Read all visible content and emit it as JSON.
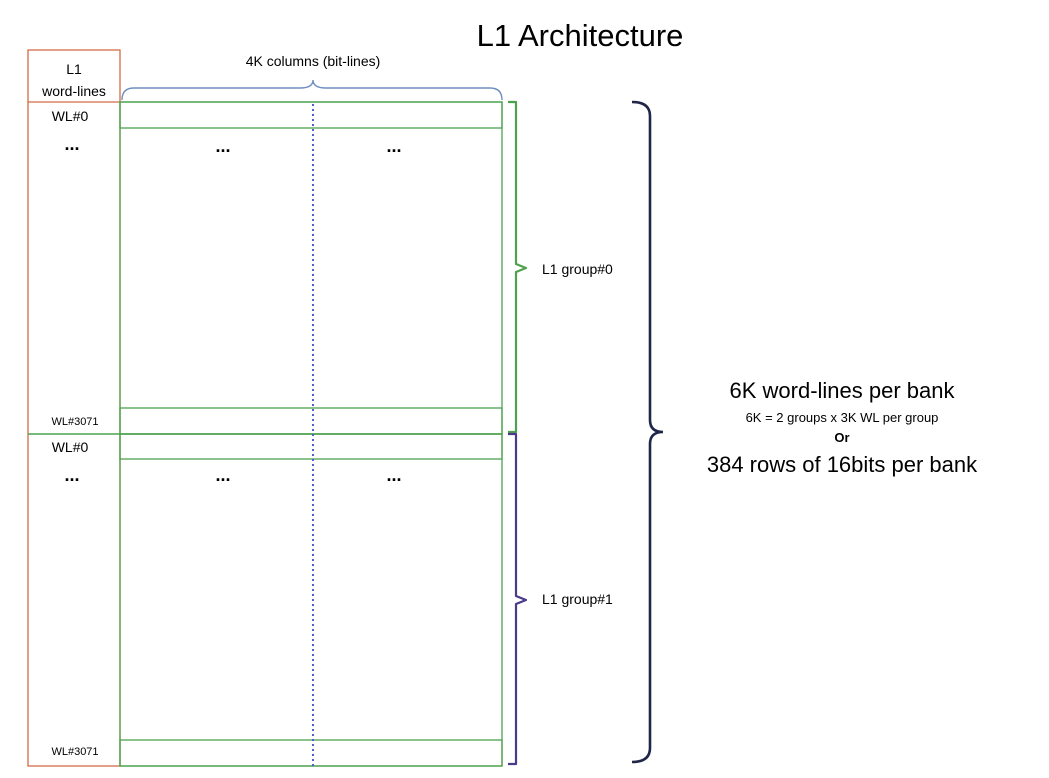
{
  "title": "L1 Architecture",
  "columns_label": "4K columns (bit-lines)",
  "wordline_header": {
    "line1": "L1",
    "line2": "word-lines"
  },
  "groups": [
    {
      "first_wl": "WL#0",
      "last_wl": "WL#3071",
      "ellipsis_left": "...",
      "ellipsis_mid": "...",
      "ellipsis_right": "...",
      "label": "L1 group#0",
      "brace_color": "#4ea24e"
    },
    {
      "first_wl": "WL#0",
      "last_wl": "WL#3071",
      "ellipsis_left": "...",
      "ellipsis_mid": "...",
      "ellipsis_right": "...",
      "label": "L1 group#1",
      "brace_color": "#4b3a8c"
    }
  ],
  "summary": {
    "line1": "6K word-lines per bank",
    "line2": "6K = 2 groups x 3K WL per group",
    "line3": "Or",
    "line4": "384 rows of 16bits per bank"
  },
  "colors": {
    "wordline_box": "#d46a45",
    "array_border": "#4ea24e",
    "dotted_line": "#4a5fd0",
    "column_brace": "#6f8fbf",
    "bank_brace": "#1f2647"
  }
}
